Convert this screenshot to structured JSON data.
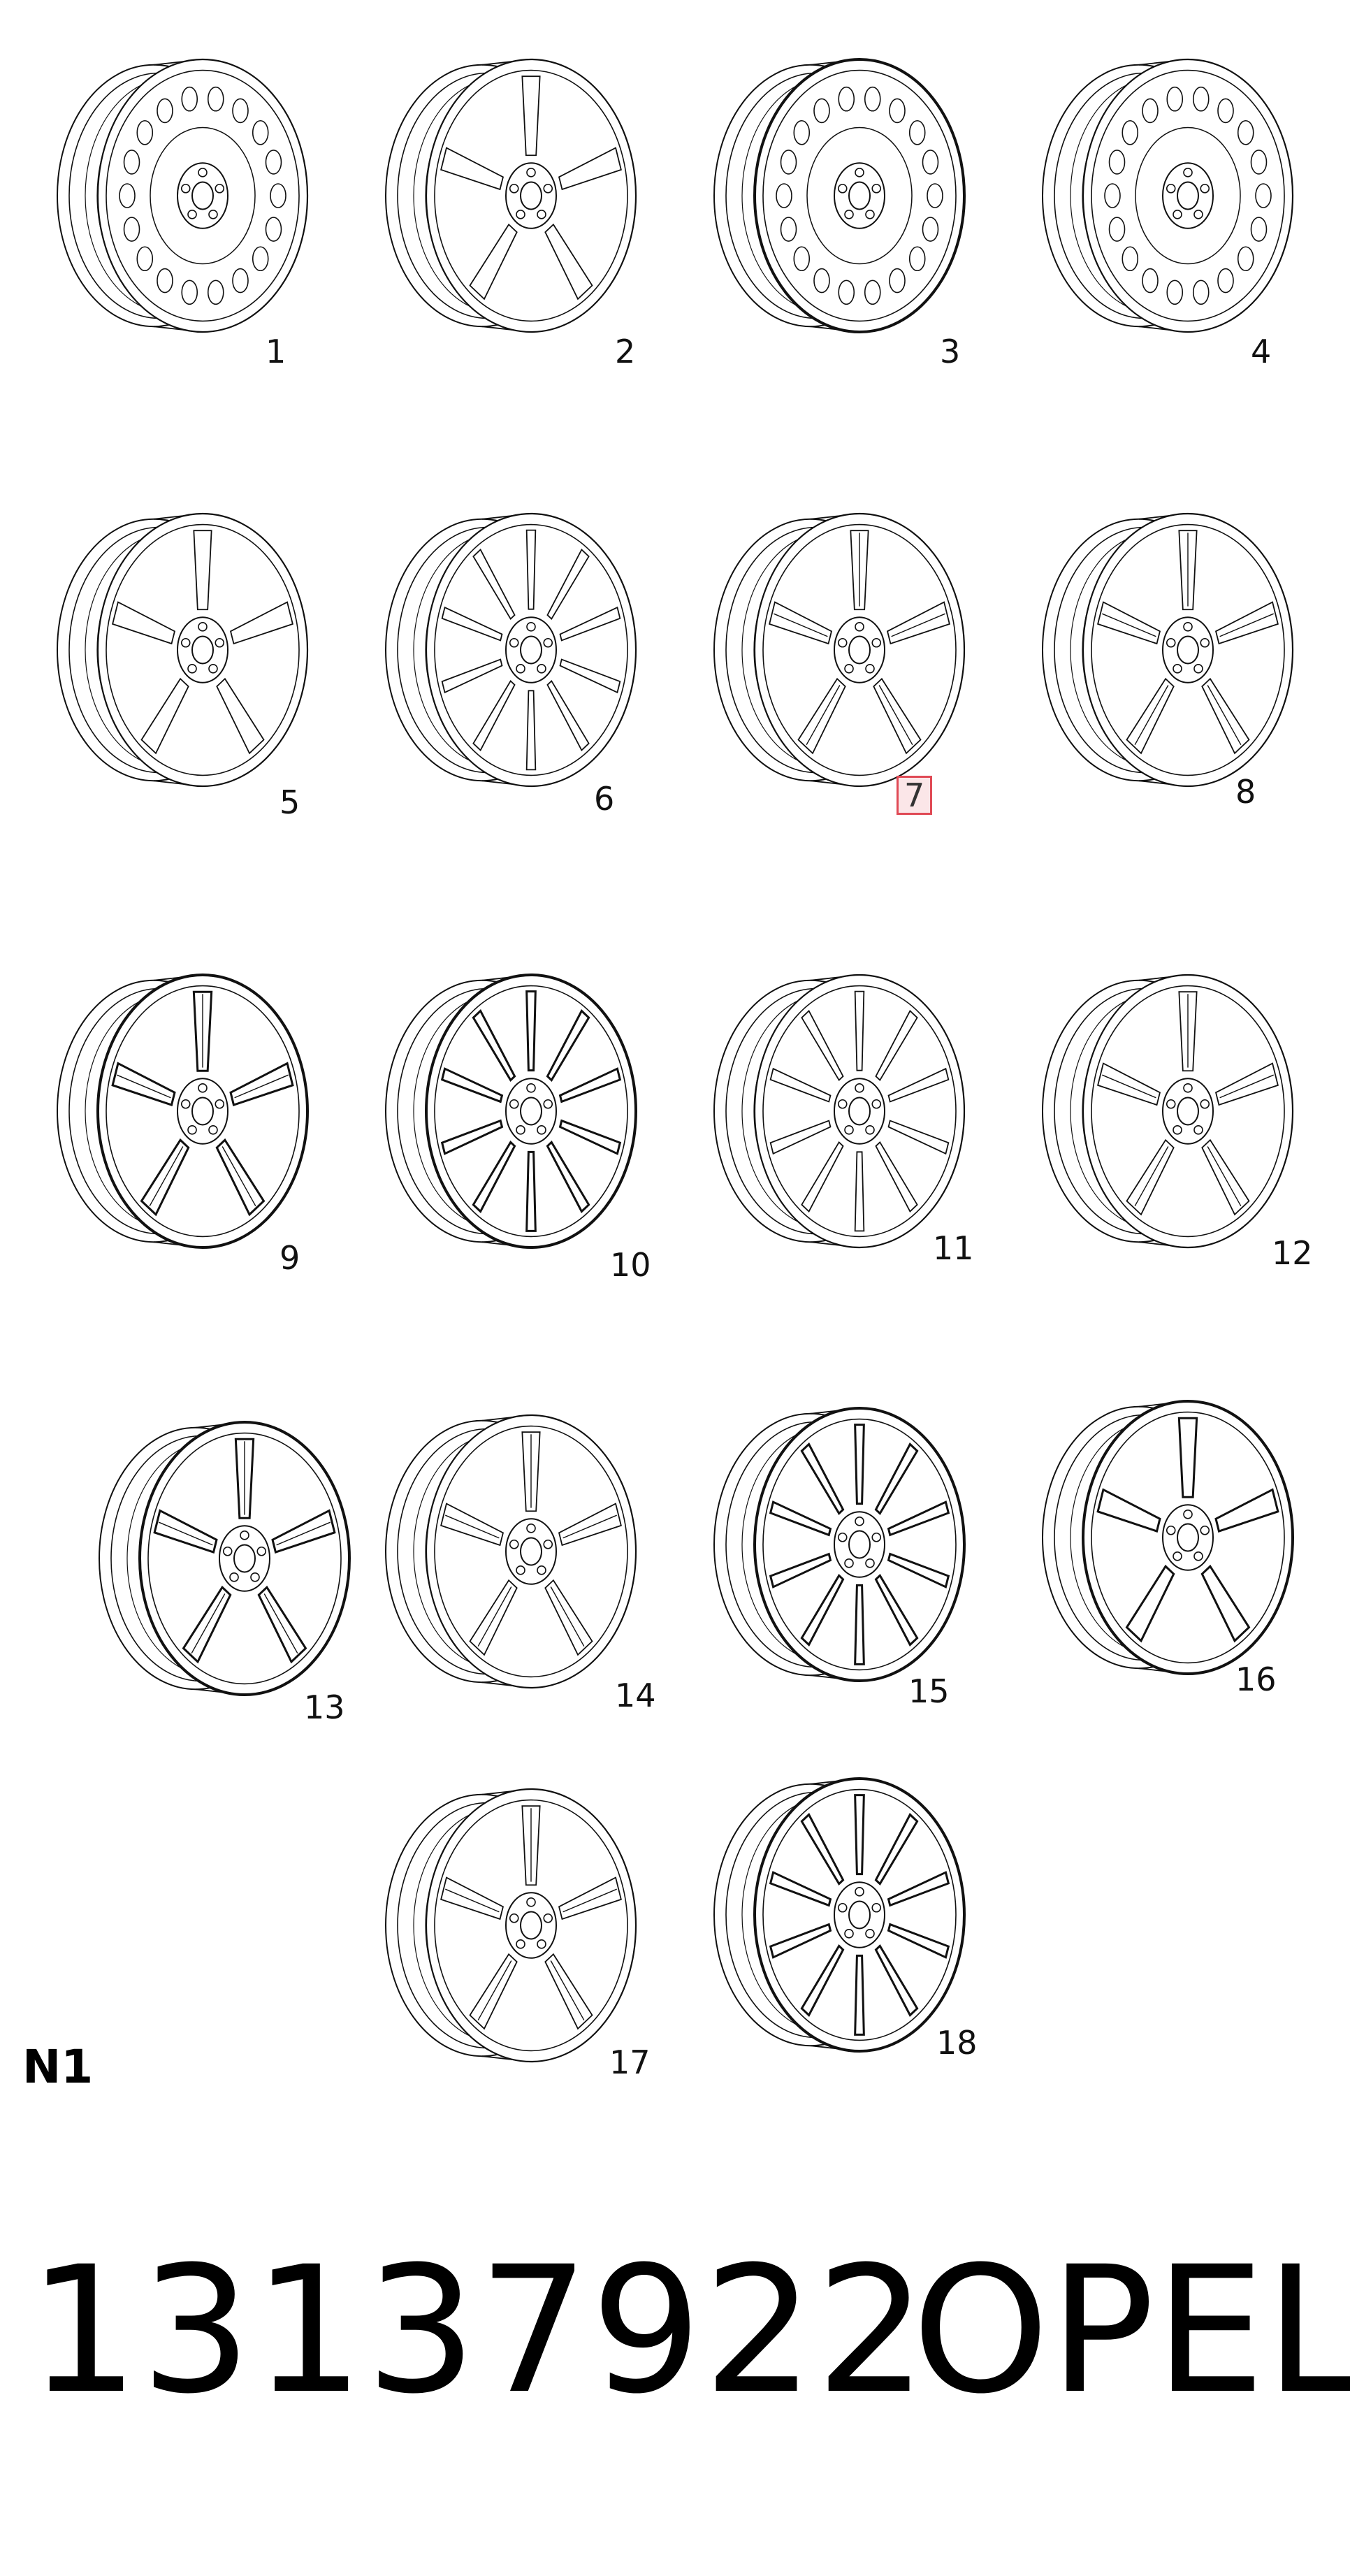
{
  "diagram": {
    "wheels": [
      {
        "label": "1",
        "style": "steel-holes"
      },
      {
        "label": "2",
        "style": "five-spoke-steel"
      },
      {
        "label": "3",
        "style": "steel-holes-dark"
      },
      {
        "label": "4",
        "style": "steel-holes"
      },
      {
        "label": "5",
        "style": "five-spoke"
      },
      {
        "label": "6",
        "style": "multi-spoke"
      },
      {
        "label": "7",
        "style": "five-window",
        "highlighted": true
      },
      {
        "label": "8",
        "style": "split-spoke"
      },
      {
        "label": "9",
        "style": "split-spoke-dark"
      },
      {
        "label": "10",
        "style": "multi-spoke-dark"
      },
      {
        "label": "11",
        "style": "multi-spoke"
      },
      {
        "label": "12",
        "style": "split-spoke"
      },
      {
        "label": "13",
        "style": "five-window-dark"
      },
      {
        "label": "14",
        "style": "split-spoke"
      },
      {
        "label": "15",
        "style": "multi-spoke-dark"
      },
      {
        "label": "16",
        "style": "five-spoke-dark"
      },
      {
        "label": "17",
        "style": "split-spoke"
      },
      {
        "label": "18",
        "style": "multi-spoke-dark"
      }
    ],
    "section_label": "N1",
    "part_number": "13137922",
    "brand": "OPEL",
    "highlight_color": "#e04a55"
  }
}
